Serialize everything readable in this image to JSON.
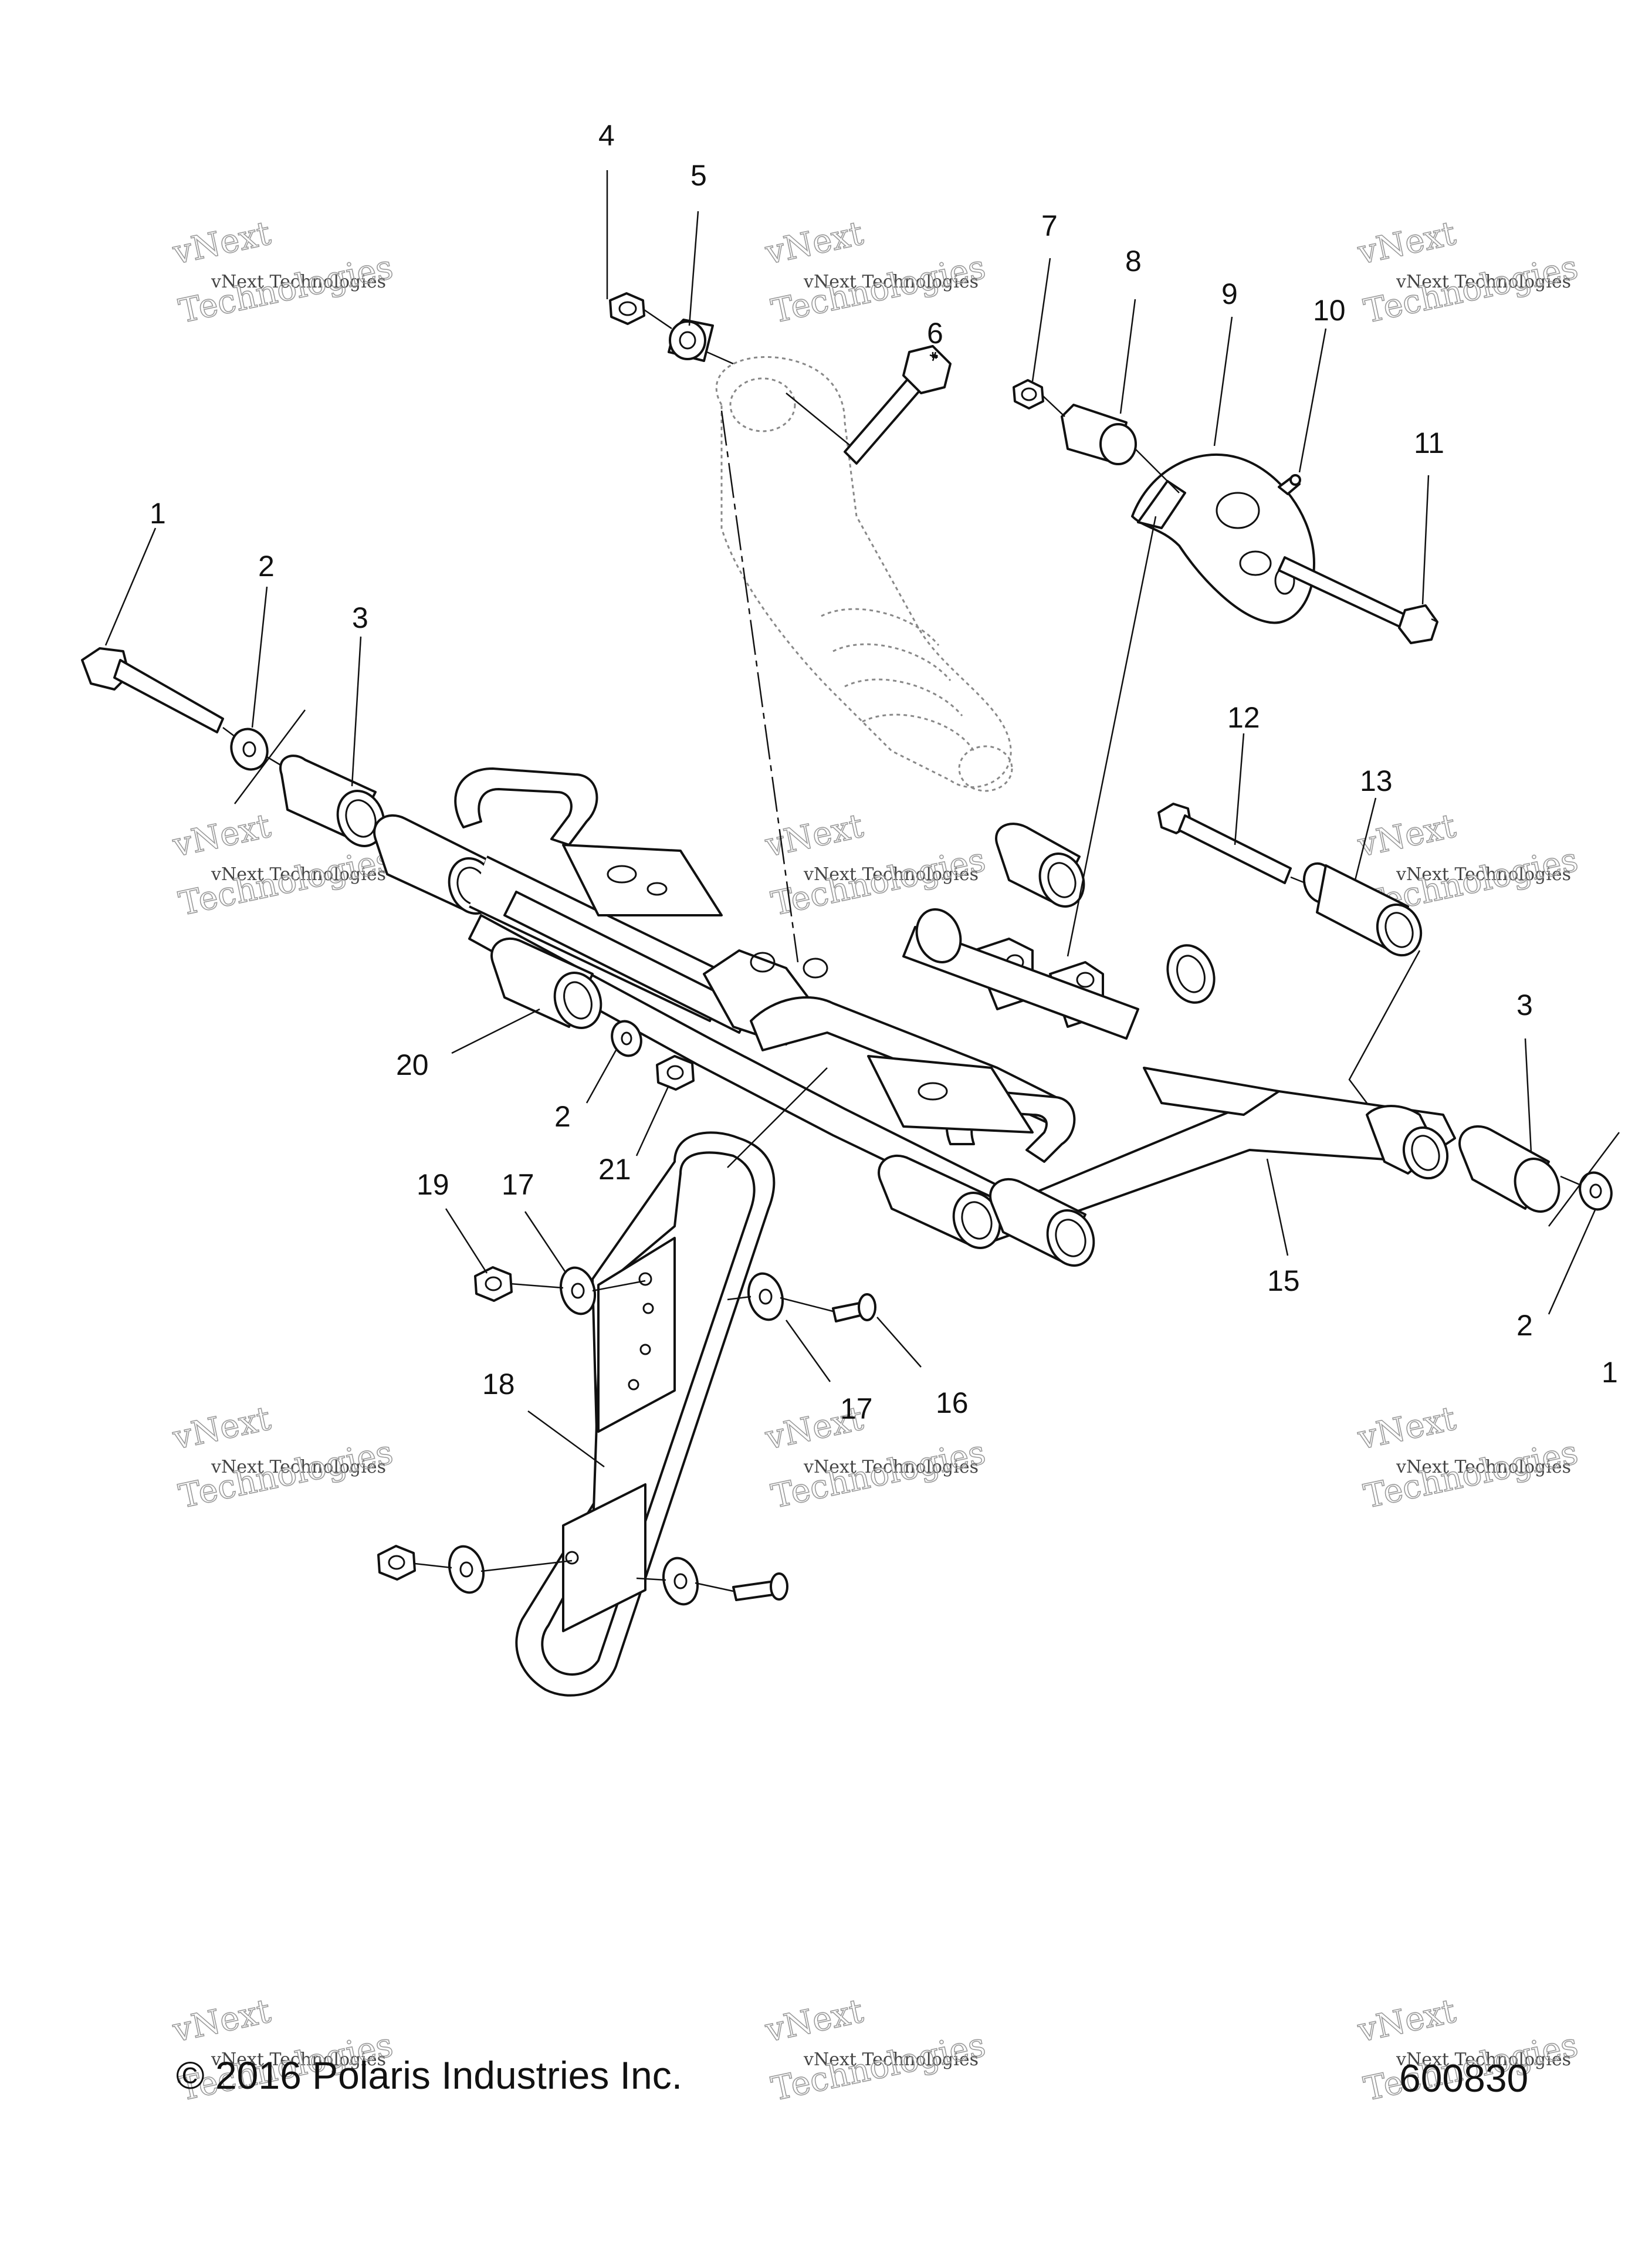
{
  "callouts": {
    "c1a": "1",
    "c2a": "2",
    "c3a": "3",
    "c4": "4",
    "c5": "5",
    "c6": "6",
    "c7": "7",
    "c8": "8",
    "c9": "9",
    "c10": "10",
    "c11": "11",
    "c12": "12",
    "c13": "13",
    "c3b": "3",
    "c20": "20",
    "c2b": "2",
    "c21": "21",
    "c19": "19",
    "c17a": "17",
    "c15": "15",
    "c2c": "2",
    "c1b": "1",
    "c18": "18",
    "c17b": "17",
    "c16": "16"
  },
  "watermark": {
    "line1": "vNext",
    "line2": "vNext Technologies",
    "line3": "Technologies"
  },
  "footer": {
    "copyright": "© 2016 Polaris Industries Inc.",
    "figure_number": "600830"
  }
}
